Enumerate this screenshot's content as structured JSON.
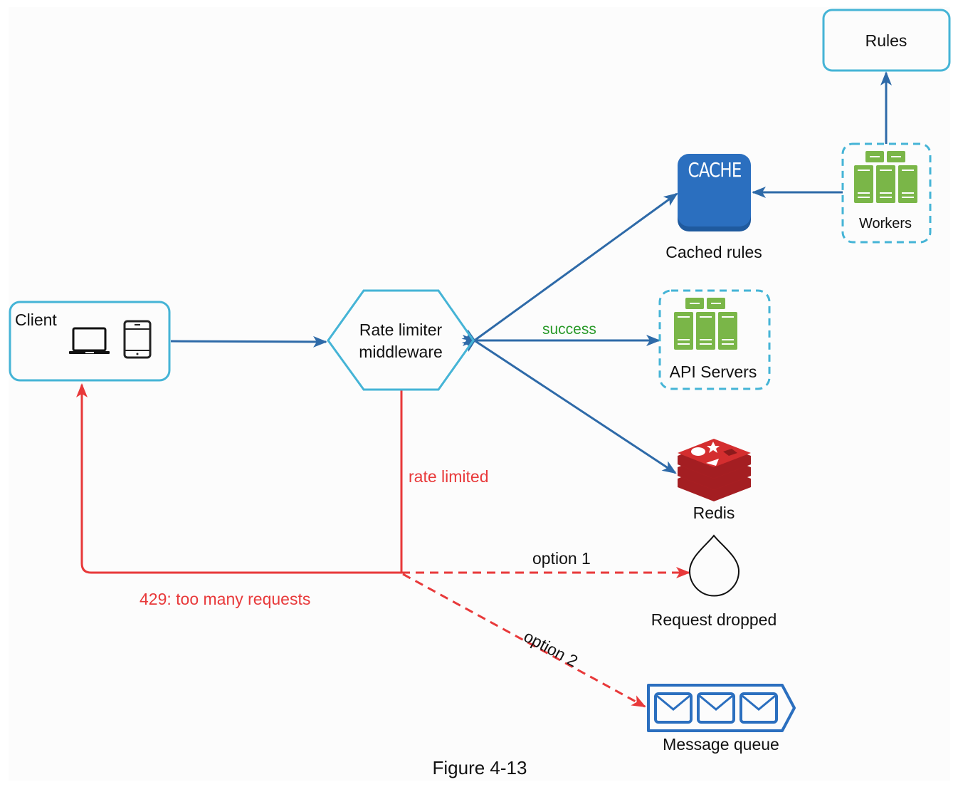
{
  "figure": {
    "caption": "Figure 4-13"
  },
  "colors": {
    "box_border": "#45b4d6",
    "arrow_blue": "#2e6aa8",
    "arrow_red": "#e8393a",
    "server_green": "#7ab648",
    "cache_blue": "#2b6fbf",
    "redis_red": "#c9282a",
    "success_green": "#2a9a2a"
  },
  "nodes": {
    "client": {
      "label": "Client",
      "icons": [
        "laptop-icon",
        "tablet-icon"
      ]
    },
    "rate_limiter": {
      "label_line1": "Rate limiter",
      "label_line2": "middleware"
    },
    "cache": {
      "badge": "CACHE",
      "label": "Cached rules"
    },
    "workers": {
      "label": "Workers"
    },
    "rules": {
      "label": "Rules"
    },
    "api_servers": {
      "label": "API Servers"
    },
    "redis": {
      "label": "Redis"
    },
    "request_dropped": {
      "label": "Request dropped"
    },
    "message_queue": {
      "label": "Message queue"
    }
  },
  "edges": {
    "success": "success",
    "rate_limited": "rate limited",
    "too_many_requests": "429: too many requests",
    "option1": "option 1",
    "option2": "option 2"
  }
}
